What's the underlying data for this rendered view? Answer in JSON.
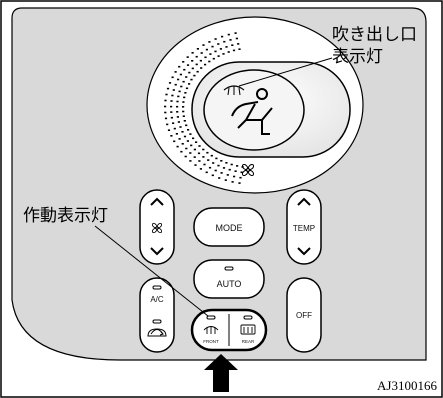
{
  "callouts": {
    "vent_label_line1": "吹き出し口",
    "vent_label_line2": "表示灯",
    "indicator_label": "作動表示灯"
  },
  "buttons": {
    "fan_up_down": {
      "up_icon": "chevron-up-icon",
      "fan_icon": "fan-icon",
      "down_icon": "chevron-down-icon"
    },
    "mode": "MODE",
    "temp": "TEMP",
    "auto": "AUTO",
    "ac": "A/C",
    "off": "OFF",
    "front": "FRONT",
    "rear": "REAR"
  },
  "reference_code": "AJ3100166",
  "colors": {
    "panel": "#d9d9d9",
    "button_face": "#ffffff",
    "stroke": "#000000",
    "display_face": "#f5f5f5"
  }
}
